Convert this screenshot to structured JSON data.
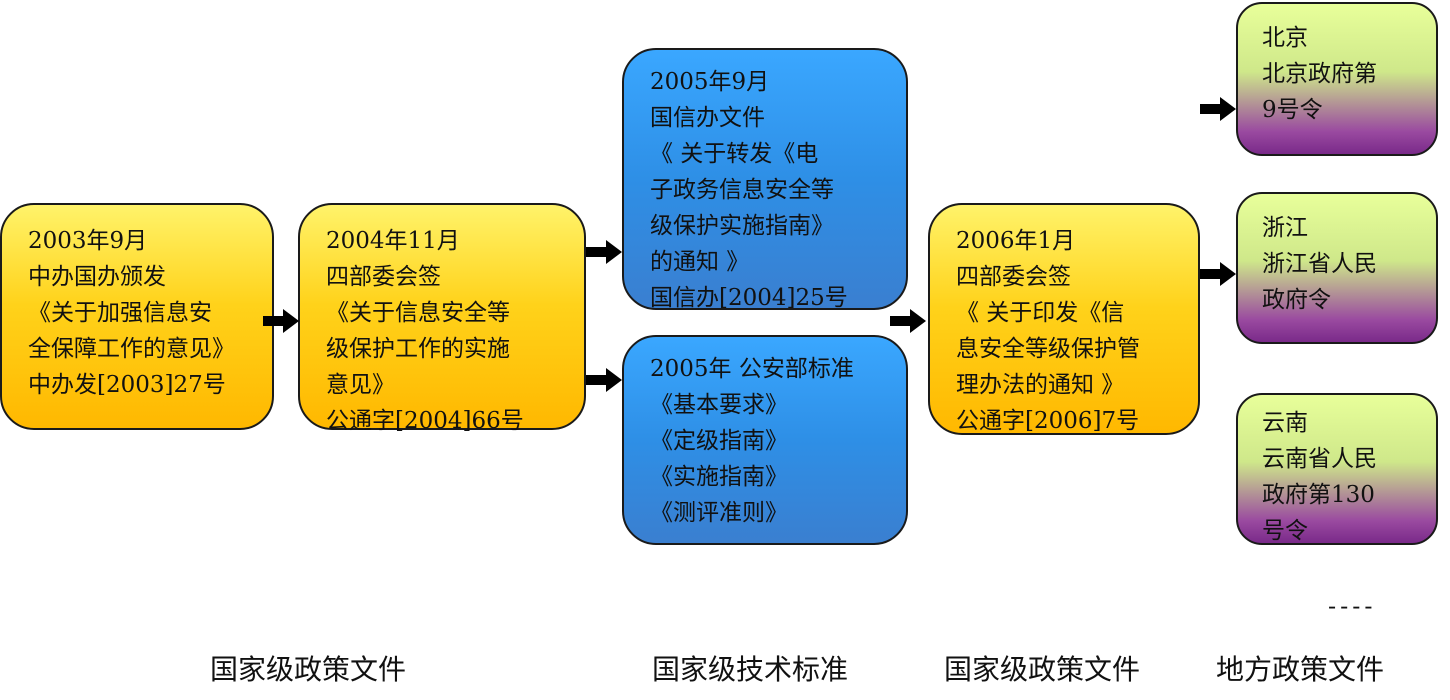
{
  "boxes": {
    "b1": [
      "2003年9月",
      "中办国办颁发",
      "《关于加强信息安",
      "全保障工作的意见》",
      "中办发[2003]27号"
    ],
    "b2": [
      "2004年11月",
      "四部委会签",
      "《关于信息安全等",
      "级保护工作的实施",
      "意见》",
      "公通字[2004]66号"
    ],
    "b3": [
      "2005年9月",
      "国信办文件",
      "《 关于转发《电",
      "子政务信息安全等",
      "级保护实施指南》",
      "的通知 》",
      "国信办[2004]25号"
    ],
    "b4": [
      "2005年 公安部标准",
      "《基本要求》",
      "《定级指南》",
      "《实施指南》",
      "《测评准则》"
    ],
    "b5": [
      "2006年1月",
      "四部委会签",
      "《 关于印发《信",
      "息安全等级保护管",
      "理办法的通知 》",
      "公通字[2006]7号"
    ],
    "b6": [
      "北京",
      "北京政府第",
      "9号令"
    ],
    "b7": [
      "浙江",
      "浙江省人民",
      "政府令"
    ],
    "b8": [
      "云南",
      "云南省人民",
      "政府第130",
      "号令"
    ]
  },
  "colors": {
    "yellow": "#ffd21a",
    "blue": "#2e8fe6",
    "purple": "#8a3a9a",
    "arrow": "#000000"
  },
  "ellipsis": "----",
  "labels": {
    "national_policy_1": "国家级政策文件",
    "national_tech": "国家级技术标准",
    "national_policy_2": "国家级政策文件",
    "local_policy": "地方政策文件"
  }
}
